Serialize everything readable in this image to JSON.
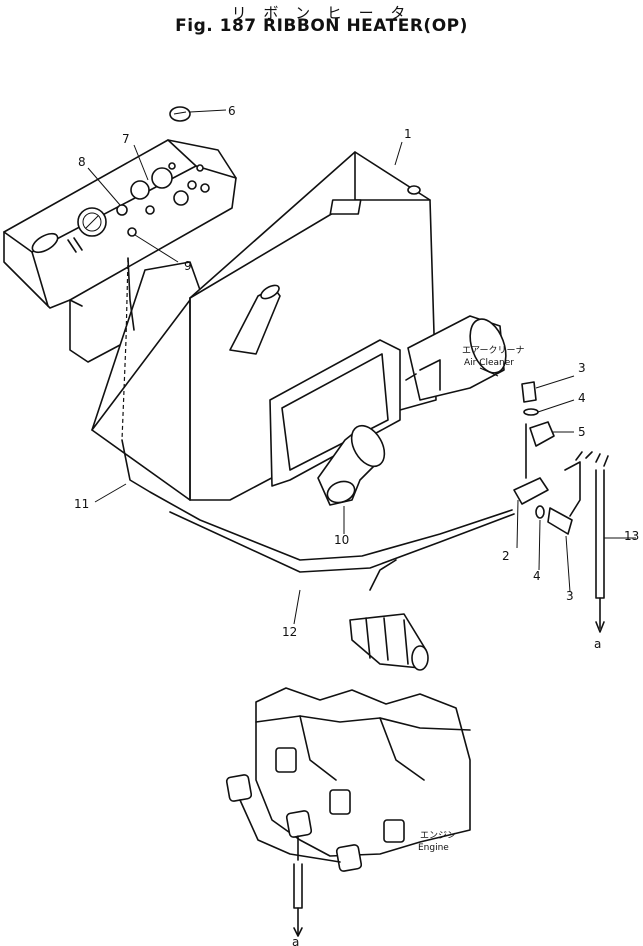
{
  "header": {
    "title_jp": "リ ボ ン ヒ ー タ",
    "title_en": "Fig. 187 RIBBON HEATER(OP)"
  },
  "callouts": [
    "1",
    "2",
    "3",
    "3",
    "4",
    "4",
    "5",
    "6",
    "7",
    "8",
    "9",
    "10",
    "11",
    "12",
    "13"
  ],
  "labels": {
    "air_cleaner_jp": "エアークリーナ",
    "air_cleaner_en": "Air Cleaner",
    "engine_jp": "エンジン",
    "engine_en": "Engine",
    "connector_a": "a"
  }
}
